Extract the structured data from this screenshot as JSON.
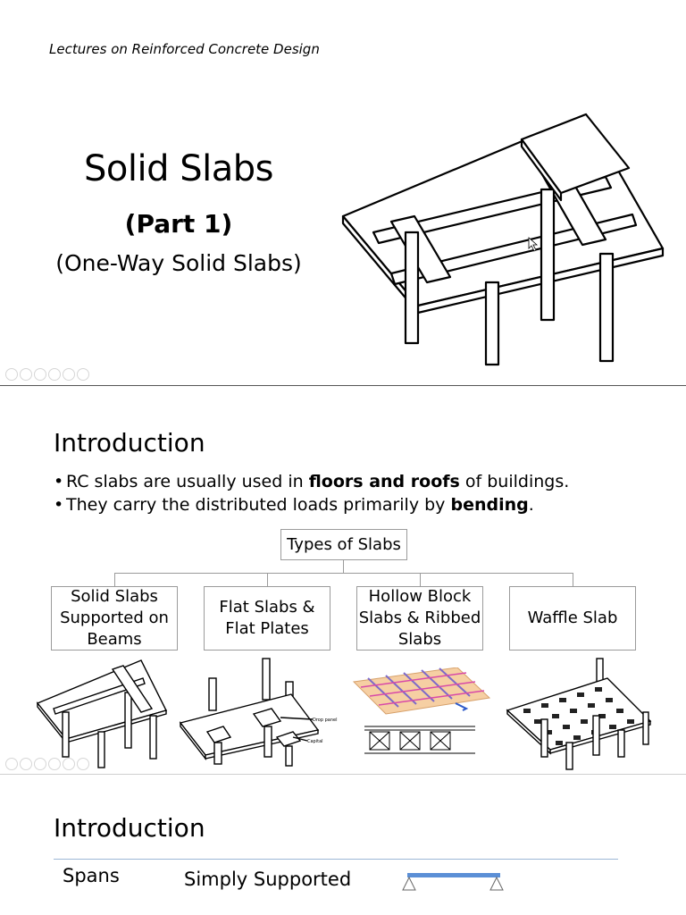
{
  "slide1": {
    "header": "Lectures on Reinforced Concrete Design",
    "title": "Solid Slabs",
    "part": "(Part 1)",
    "subtitle": "(One-Way Solid Slabs)"
  },
  "slide2": {
    "title": "Introduction",
    "bullets": [
      {
        "pre": "RC slabs are usually used in ",
        "bold": "floors and roofs",
        "post": " of buildings."
      },
      {
        "pre": "They carry the distributed loads primarily by ",
        "bold": "bending",
        "post": "."
      }
    ],
    "tree": {
      "root": "Types of Slabs",
      "children": [
        {
          "line1": "Solid Slabs",
          "line2": "Supported on",
          "line3": "Beams"
        },
        {
          "line1": "Flat Slabs &",
          "line2": "Flat Plates"
        },
        {
          "line1": "Hollow Block",
          "line2": "Slabs & Ribbed",
          "line3": "Slabs"
        },
        {
          "line1": "Waffle Slab"
        }
      ]
    },
    "image_labels": {
      "drop_panel": "Drop panel",
      "capital": "Capital"
    }
  },
  "slide3": {
    "title": "Introduction",
    "spans_label": "Spans",
    "simply_supported": "Simply Supported"
  },
  "colors": {
    "beam_blue": "#5b8fd6",
    "rule_blue": "#9cb7d6",
    "box_border": "#9b9b9b"
  },
  "icons": [
    "slab-on-beams-drawing",
    "slide-nav-icons",
    "mouse-cursor-icon",
    "support-triangle-icon"
  ]
}
